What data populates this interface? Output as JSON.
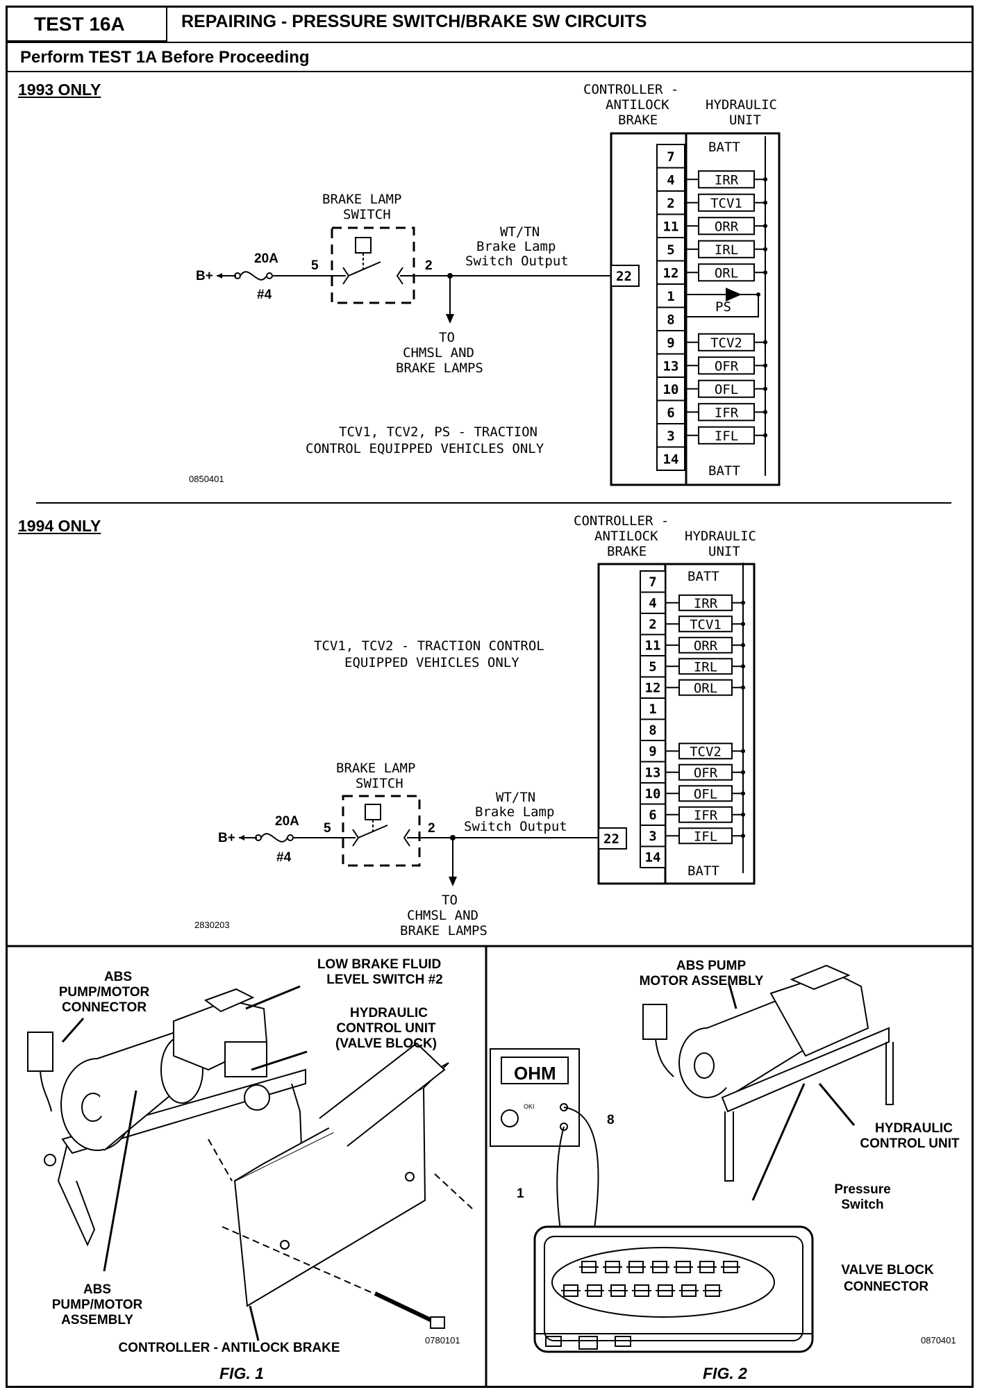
{
  "header": {
    "test_id": "TEST 16A",
    "title": "REPAIRING - PRESSURE SWITCH/BRAKE SW CIRCUITS",
    "instruction": "Perform TEST 1A Before Proceeding"
  },
  "diagram_1993": {
    "section_label": "1993 ONLY",
    "controller_label": [
      "CONTROLLER -",
      "ANTILOCK",
      "BRAKE"
    ],
    "hydraulic_label": [
      "HYDRAULIC",
      "UNIT"
    ],
    "switch_label": [
      "BRAKE LAMP",
      "SWITCH"
    ],
    "supply": "B+",
    "fuse_rating": "20A",
    "fuse_number": "#4",
    "pin_in": "5",
    "pin_out": "2",
    "wire_label": [
      "WT/TN",
      "Brake Lamp",
      "Switch Output"
    ],
    "controller_pin": "22",
    "to_label": [
      "TO",
      "CHMSL AND",
      "BRAKE LAMPS"
    ],
    "note": [
      "TCV1, TCV2, PS - TRACTION",
      "CONTROL EQUIPPED VEHICLES ONLY"
    ],
    "pins": [
      "7",
      "4",
      "2",
      "11",
      "5",
      "12",
      "1",
      "8",
      "9",
      "13",
      "10",
      "6",
      "3",
      "14"
    ],
    "batt_top": "BATT",
    "batt_bottom": "BATT",
    "ps_label": "PS",
    "valves": [
      {
        "pin": "4",
        "label": "IRR"
      },
      {
        "pin": "2",
        "label": "TCV1"
      },
      {
        "pin": "11",
        "label": "ORR"
      },
      {
        "pin": "5",
        "label": "IRL"
      },
      {
        "pin": "12",
        "label": "ORL"
      },
      {
        "pin": "9",
        "label": "TCV2"
      },
      {
        "pin": "13",
        "label": "OFR"
      },
      {
        "pin": "10",
        "label": "OFL"
      },
      {
        "pin": "6",
        "label": "IFR"
      },
      {
        "pin": "3",
        "label": "IFL"
      }
    ],
    "ref_code": "0850401"
  },
  "diagram_1994": {
    "section_label": "1994 ONLY",
    "controller_label": [
      "CONTROLLER -",
      "ANTILOCK",
      "BRAKE"
    ],
    "hydraulic_label": [
      "HYDRAULIC",
      "UNIT"
    ],
    "switch_label": [
      "BRAKE LAMP",
      "SWITCH"
    ],
    "supply": "B+",
    "fuse_rating": "20A",
    "fuse_number": "#4",
    "pin_in": "5",
    "pin_out": "2",
    "wire_label": [
      "WT/TN",
      "Brake Lamp",
      "Switch Output"
    ],
    "controller_pin": "22",
    "to_label": [
      "TO",
      "CHMSL AND",
      "BRAKE LAMPS"
    ],
    "note": [
      "TCV1, TCV2 - TRACTION CONTROL",
      "EQUIPPED VEHICLES ONLY"
    ],
    "pins": [
      "7",
      "4",
      "2",
      "11",
      "5",
      "12",
      "1",
      "8",
      "9",
      "13",
      "10",
      "6",
      "3",
      "14"
    ],
    "batt_top": "BATT",
    "batt_bottom": "BATT",
    "valves": [
      {
        "pin": "4",
        "label": "IRR"
      },
      {
        "pin": "2",
        "label": "TCV1"
      },
      {
        "pin": "11",
        "label": "ORR"
      },
      {
        "pin": "5",
        "label": "IRL"
      },
      {
        "pin": "12",
        "label": "ORL"
      },
      {
        "pin": "9",
        "label": "TCV2"
      },
      {
        "pin": "13",
        "label": "OFR"
      },
      {
        "pin": "10",
        "label": "OFL"
      },
      {
        "pin": "6",
        "label": "IFR"
      },
      {
        "pin": "3",
        "label": "IFL"
      }
    ],
    "ref_code": "2830203"
  },
  "fig1": {
    "caption": "FIG. 1",
    "labels": {
      "pump_connector": [
        "ABS",
        "PUMP/MOTOR",
        "CONNECTOR"
      ],
      "low_fluid": [
        "LOW BRAKE FLUID",
        "LEVEL SWITCH #2"
      ],
      "hcu": [
        "HYDRAULIC",
        "CONTROL UNIT",
        "(VALVE BLOCK)"
      ],
      "pump_assembly": [
        "ABS",
        "PUMP/MOTOR",
        "ASSEMBLY"
      ],
      "controller": "CONTROLLER - ANTILOCK BRAKE"
    },
    "ref_code": "0780101"
  },
  "fig2": {
    "caption": "FIG. 2",
    "meter_label": "OHM",
    "meter_sub": "OKI",
    "probe_1": "1",
    "probe_8": "8",
    "labels": {
      "pump": [
        "ABS PUMP",
        "MOTOR ASSEMBLY"
      ],
      "hcu": [
        "HYDRAULIC",
        "CONTROL UNIT"
      ],
      "pressure_switch": [
        "Pressure",
        "Switch"
      ],
      "valve_block": [
        "VALVE BLOCK",
        "CONNECTOR"
      ]
    },
    "ref_code": "0870401"
  }
}
